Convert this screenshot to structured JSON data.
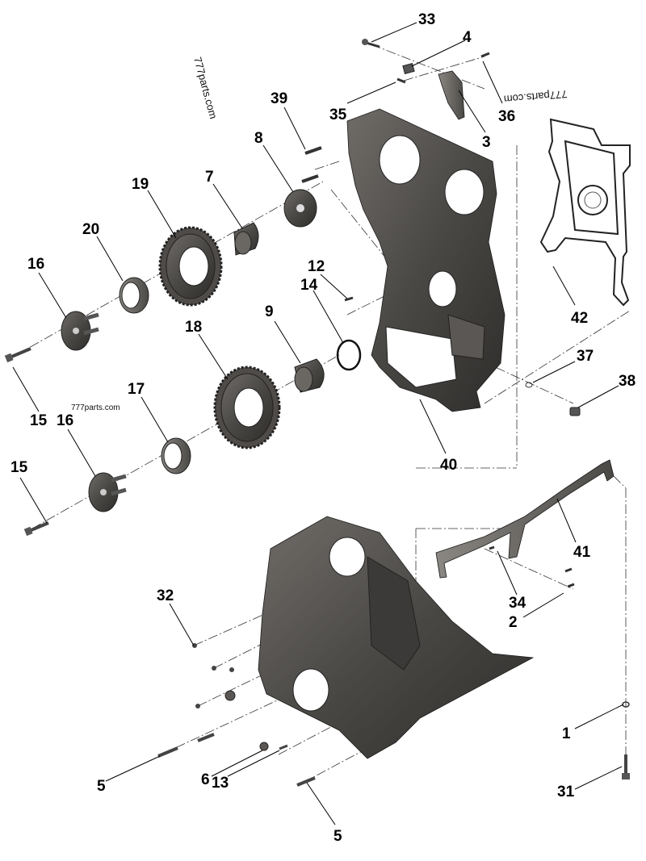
{
  "diagram": {
    "watermarks": {
      "top_left": "777parts.com",
      "top_right": "777parts.com",
      "mid_left": "777parts.com"
    },
    "callouts": [
      {
        "id": "c33",
        "label": "33"
      },
      {
        "id": "c4",
        "label": "4"
      },
      {
        "id": "c35",
        "label": "35"
      },
      {
        "id": "c36",
        "label": "36"
      },
      {
        "id": "c3",
        "label": "3"
      },
      {
        "id": "c39",
        "label": "39"
      },
      {
        "id": "c8",
        "label": "8"
      },
      {
        "id": "c7",
        "label": "7"
      },
      {
        "id": "c19",
        "label": "19"
      },
      {
        "id": "c20",
        "label": "20"
      },
      {
        "id": "c16a",
        "label": "16"
      },
      {
        "id": "c12",
        "label": "12"
      },
      {
        "id": "c14",
        "label": "14"
      },
      {
        "id": "c9",
        "label": "9"
      },
      {
        "id": "c18",
        "label": "18"
      },
      {
        "id": "c42",
        "label": "42"
      },
      {
        "id": "c37",
        "label": "37"
      },
      {
        "id": "c38",
        "label": "38"
      },
      {
        "id": "c15a",
        "label": "15"
      },
      {
        "id": "c16b",
        "label": "16"
      },
      {
        "id": "c17",
        "label": "17"
      },
      {
        "id": "c40",
        "label": "40"
      },
      {
        "id": "c15b",
        "label": "15"
      },
      {
        "id": "c41",
        "label": "41"
      },
      {
        "id": "c32",
        "label": "32"
      },
      {
        "id": "c34",
        "label": "34"
      },
      {
        "id": "c2",
        "label": "2"
      },
      {
        "id": "c1",
        "label": "1"
      },
      {
        "id": "c5a",
        "label": "5"
      },
      {
        "id": "c6",
        "label": "6"
      },
      {
        "id": "c13",
        "label": "13"
      },
      {
        "id": "c31",
        "label": "31"
      },
      {
        "id": "c5b",
        "label": "5"
      }
    ]
  }
}
